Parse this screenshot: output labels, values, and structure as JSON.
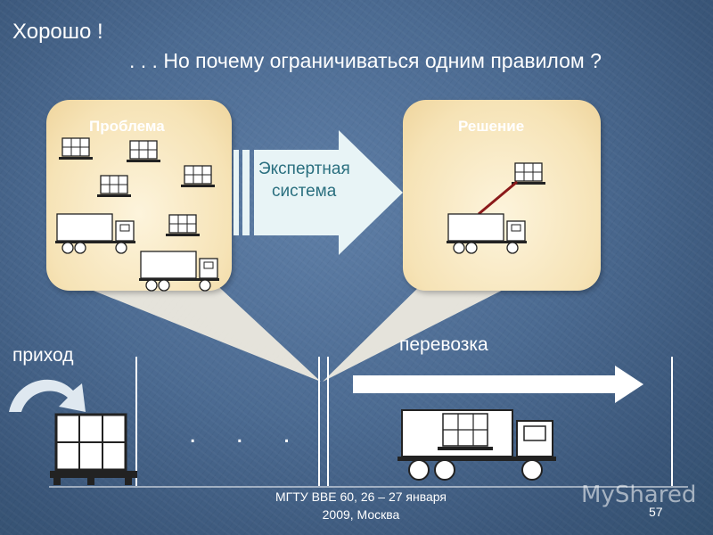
{
  "title_line1": "Хорошо !",
  "title_line2": ". . . Но почему ограничиваться одним правилом ?",
  "problem_panel": {
    "title": "Проблема"
  },
  "solution_panel": {
    "title": "Решение"
  },
  "expert_system": {
    "line1": "Экспертная",
    "line2": "система"
  },
  "labels": {
    "arrival": "приход",
    "transport": "перевозка",
    "ellipsis": ". . ."
  },
  "footer": {
    "line1": "МГТУ ВВЕ 60, 26 – 27 января",
    "line2": "2009, Москва",
    "page_number": "57"
  },
  "watermark": "MyShared",
  "colors": {
    "background": "#4c6b92",
    "panel": "#f6e3b6",
    "expert_text": "#2a6f7f",
    "crane": "#8b1a1a"
  }
}
